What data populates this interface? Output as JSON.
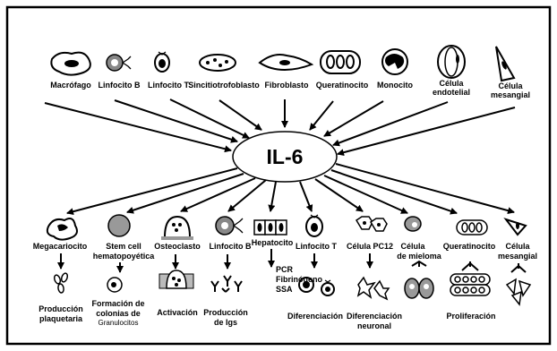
{
  "center_label": "IL-6",
  "producers": [
    {
      "label": "Macrófago",
      "icon": "macrophage-icon"
    },
    {
      "label": "Linfocito B",
      "icon": "b-lymphocyte-icon"
    },
    {
      "label": "Linfocito T",
      "icon": "t-lymphocyte-icon"
    },
    {
      "label": "Sincitiotrofoblasto",
      "icon": "syncytiotrophoblast-icon"
    },
    {
      "label": "Fibroblasto",
      "icon": "fibroblast-icon"
    },
    {
      "label": "Queratinocito",
      "icon": "keratinocyte-icon"
    },
    {
      "label": "Monocito",
      "icon": "monocyte-icon"
    },
    {
      "label_lines": [
        "Célula",
        "endotelial"
      ],
      "icon": "endothelial-cell-icon"
    },
    {
      "label_lines": [
        "Célula",
        "mesangial"
      ],
      "icon": "mesangial-cell-icon"
    }
  ],
  "targets": [
    {
      "label": "Megacariocito",
      "icon": "megakaryocyte-icon"
    },
    {
      "label_lines": [
        "Stem cell",
        "hematopoyética"
      ],
      "icon": "stem-cell-icon"
    },
    {
      "label": "Osteoclasto",
      "icon": "osteoclast-icon"
    },
    {
      "label": "Linfocito B",
      "icon": "b-lymphocyte-icon"
    },
    {
      "label": "Hepatocito",
      "icon": "hepatocyte-icon"
    },
    {
      "label": "Linfocito T",
      "icon": "t-lymphocyte-icon"
    },
    {
      "label": "Célula PC12",
      "icon": "pc12-cell-icon"
    },
    {
      "label_lines": [
        "Célula",
        "de mieloma"
      ],
      "icon": "myeloma-cell-icon"
    },
    {
      "label": "Queratinocito",
      "icon": "keratinocyte-icon"
    },
    {
      "label_lines": [
        "Célula",
        "mesangial"
      ],
      "icon": "mesangial-cell-icon"
    }
  ],
  "effects": [
    {
      "lines": [
        "Producción",
        "plaquetaria"
      ],
      "icon": "platelets-icon"
    },
    {
      "lines": [
        "Formación de",
        "colonias de"
      ],
      "small": "Granulocitos",
      "icon": "granulocyte-colony-icon"
    },
    {
      "lines": [
        "Activación"
      ],
      "icon": "bone-resorption-icon"
    },
    {
      "lines": [
        "Producción",
        "de Igs"
      ],
      "icon": "immunoglobulins-icon"
    },
    {
      "lines": [
        "PCR",
        "Fibrinógeno",
        "SSA"
      ],
      "icon": "acute-phase-proteins-icon"
    },
    {
      "lines": [
        "Diferenciación"
      ],
      "icon": "t-cell-differentiation-icon"
    },
    {
      "lines": [
        "Diferenciación",
        "neuronal"
      ],
      "icon": "neurons-icon"
    },
    {
      "lines": [],
      "icon": "myeloma-growth-icon"
    },
    {
      "lines": [
        "Proliferación"
      ],
      "icon": "keratinocyte-proliferation-icon"
    },
    {
      "lines": [],
      "icon": "mesangial-proliferation-icon"
    }
  ]
}
